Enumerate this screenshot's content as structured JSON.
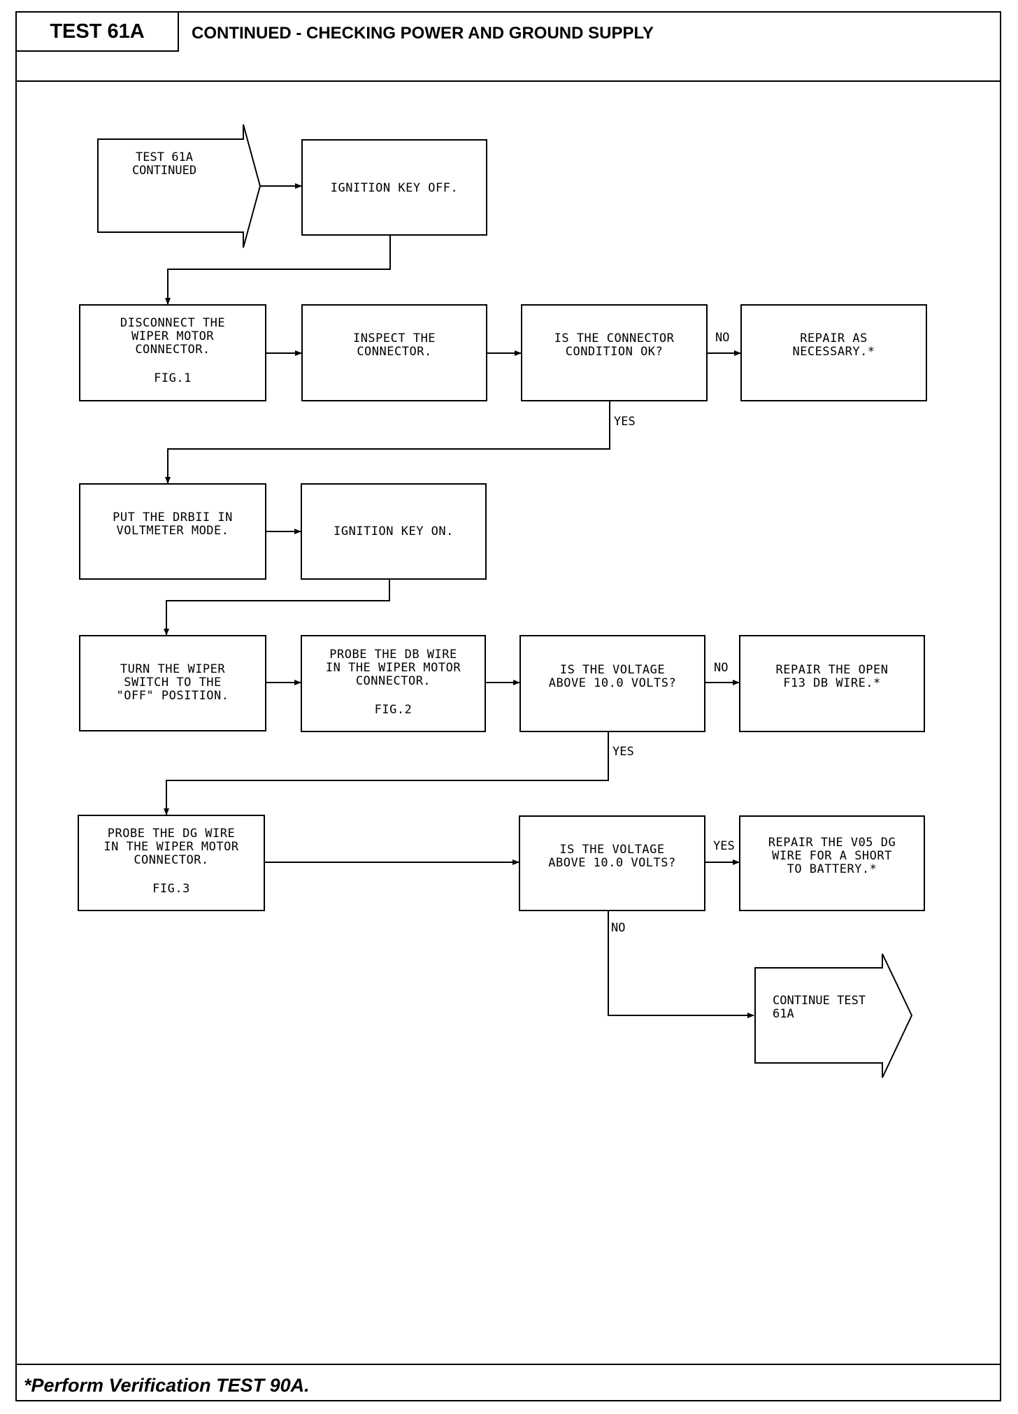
{
  "header": {
    "test_id": "TEST 61A",
    "title": "CONTINUED - CHECKING POWER AND GROUND SUPPLY"
  },
  "footer": {
    "note": "*Perform Verification TEST 90A."
  },
  "flowchart": {
    "start": "TEST 61A\nCONTINUED",
    "ignition_off": "IGNITION KEY OFF.",
    "disconnect": "DISCONNECT THE\nWIPER MOTOR\nCONNECTOR.",
    "fig1": "FIG.1",
    "inspect": "INSPECT THE\nCONNECTOR.",
    "connector_ok": "IS THE CONNECTOR\nCONDITION OK?",
    "repair_necessary": "REPAIR AS\nNECESSARY.*",
    "drbii": "PUT THE DRBII IN\nVOLTMETER MODE.",
    "ignition_on": "IGNITION KEY ON.",
    "wiper_off": "TURN THE WIPER\nSWITCH TO THE\n\"OFF\" POSITION.",
    "probe_db": "PROBE THE DB WIRE\nIN THE WIPER MOTOR\nCONNECTOR.",
    "fig2": "FIG.2",
    "voltage_1": "IS THE VOLTAGE\nABOVE 10.0 VOLTS?",
    "repair_open": "REPAIR THE OPEN\nF13 DB WIRE.*",
    "probe_dg": "PROBE THE DG WIRE\nIN THE WIPER MOTOR\nCONNECTOR.",
    "fig3": "FIG.3",
    "voltage_2": "IS THE VOLTAGE\nABOVE 10.0 VOLTS?",
    "repair_short": "REPAIR THE V05 DG\nWIRE FOR A SHORT\nTO BATTERY.*",
    "continue": "CONTINUE TEST\n61A",
    "labels": {
      "no_1": "NO",
      "yes_1": "YES",
      "no_2": "NO",
      "yes_2": "YES",
      "yes_3": "YES",
      "no_3": "NO"
    }
  }
}
